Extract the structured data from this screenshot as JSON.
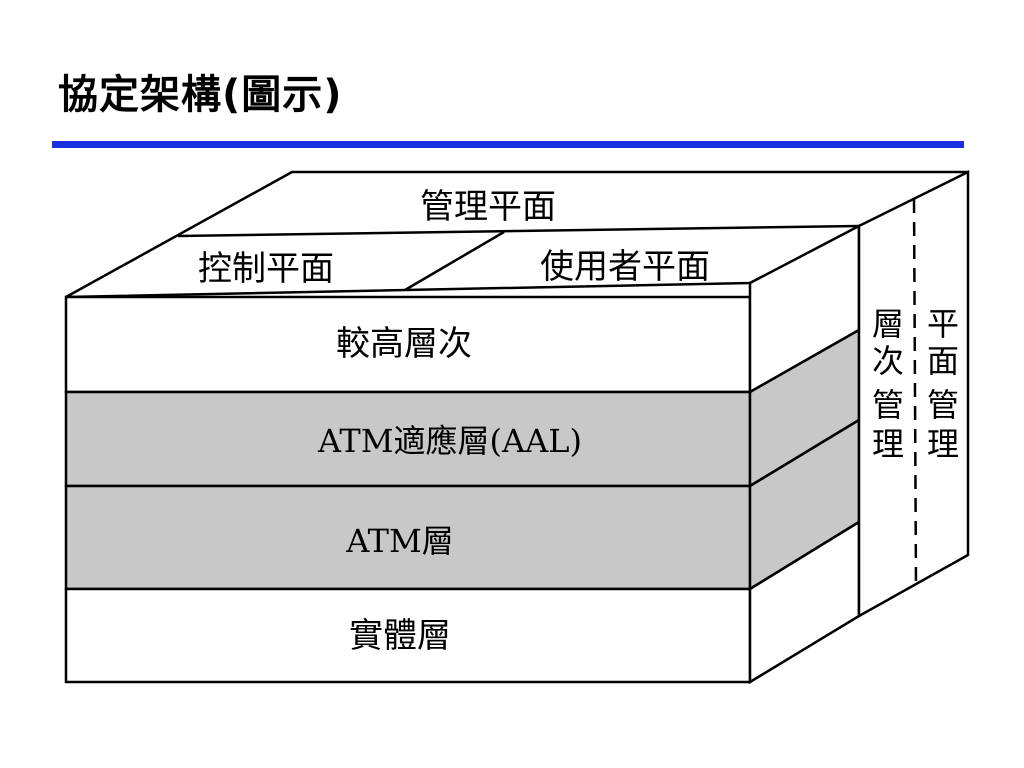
{
  "slide": {
    "title": "協定架構(圖示)"
  },
  "diagram": {
    "planes": {
      "management": "管理平面",
      "control": "控制平面",
      "user": "使用者平面"
    },
    "layers": [
      {
        "label": "較高層次",
        "fill": "#ffffff"
      },
      {
        "label": "ATM適應層(AAL)",
        "fill": "#c8c8c8"
      },
      {
        "label": "ATM層",
        "fill": "#c8c8c8"
      },
      {
        "label": "實體層",
        "fill": "#ffffff"
      }
    ],
    "side": {
      "layer_management": [
        "層",
        "次",
        "管",
        "理"
      ],
      "plane_management": [
        "平",
        "面",
        "管",
        "理"
      ]
    },
    "colors": {
      "accent_rule": "#1a2fe0",
      "shaded_layer": "#c8c8c8",
      "outline": "#000000"
    }
  }
}
